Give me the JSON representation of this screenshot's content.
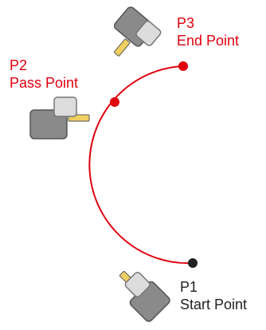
{
  "colors": {
    "arc": "#e0000e",
    "start_point": "#222222",
    "label_start": "#222222",
    "label_pass_end": "#e0000e",
    "tool_body": "#8a8a8a",
    "tool_cap": "#dcdcdc",
    "tool_tip": "#f0d060"
  },
  "points": {
    "p1": {
      "id": "P1",
      "name": "Start Point"
    },
    "p2": {
      "id": "P2",
      "name": "Pass Point"
    },
    "p3": {
      "id": "P3",
      "name": "End Point"
    }
  },
  "icons": {
    "tool": "welding-torch-icon",
    "point": "circle-marker"
  }
}
